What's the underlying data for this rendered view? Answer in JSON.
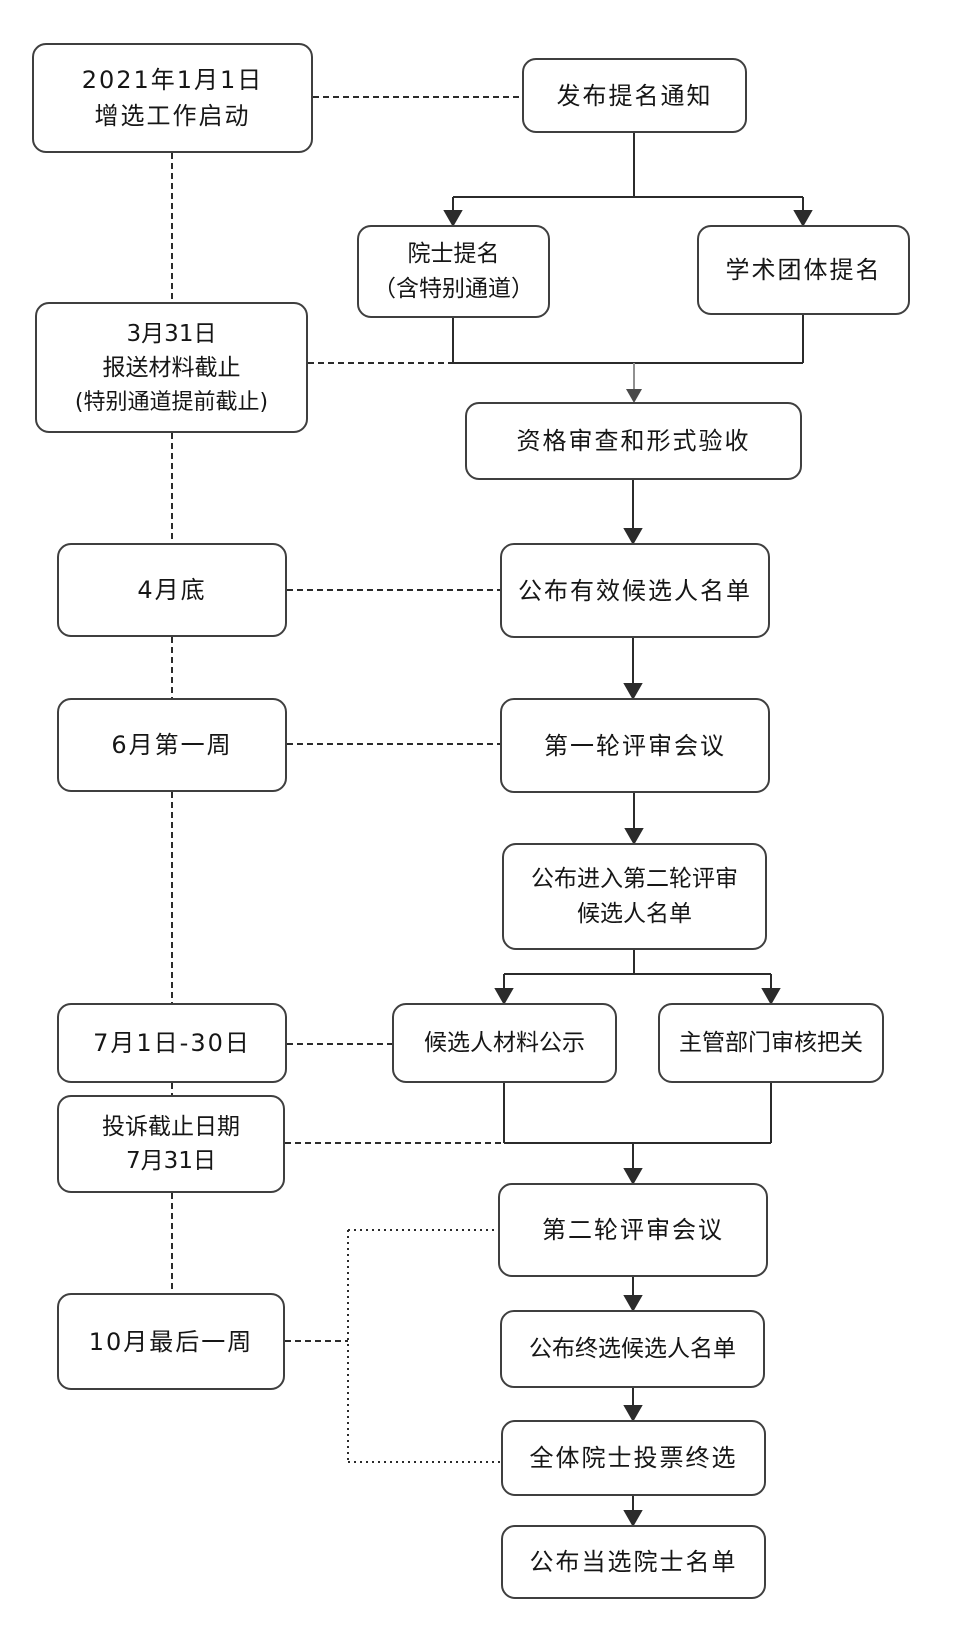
{
  "diagram_type": "flowchart",
  "colors": {
    "background": "#ffffff",
    "box_border": "#3f3f3f",
    "text": "#161616",
    "connector": "#2b2b2b",
    "soft_arrow_shaft": "#909090",
    "soft_arrow_head": "#4a4a4a"
  },
  "timeline_column": {
    "nodes": [
      {
        "id": "launch-date",
        "label_lines": [
          "2021年1月1日",
          "增选工作启动"
        ]
      },
      {
        "id": "material-deadline",
        "label_lines": [
          "3月31日",
          "报送材料截止",
          "(特别通道提前截止)"
        ]
      },
      {
        "id": "end-of-april",
        "label_lines": [
          "4月底"
        ]
      },
      {
        "id": "first-week-june",
        "label_lines": [
          "6月第一周"
        ]
      },
      {
        "id": "july-1-30",
        "label_lines": [
          "7月1日-30日"
        ]
      },
      {
        "id": "complaint-deadline",
        "label_lines": [
          "投诉截止日期",
          "7月31日"
        ]
      },
      {
        "id": "last-week-october",
        "label_lines": [
          "10月最后一周"
        ]
      }
    ]
  },
  "process_flow": {
    "nodes": [
      {
        "id": "publish-nomination-notice",
        "label_lines": [
          "发布提名通知"
        ]
      },
      {
        "id": "academician-nomination",
        "label_lines": [
          "院士提名",
          "（含特别通道）"
        ]
      },
      {
        "id": "academic-society-nomination",
        "label_lines": [
          "学术团体提名"
        ]
      },
      {
        "id": "qualification-review",
        "label_lines": [
          "资格审查和形式验收"
        ]
      },
      {
        "id": "publish-valid-candidate-list",
        "label_lines": [
          "公布有效候选人名单"
        ]
      },
      {
        "id": "first-round-review-meeting",
        "label_lines": [
          "第一轮评审会议"
        ]
      },
      {
        "id": "publish-second-round-candidates",
        "label_lines": [
          "公布进入第二轮评审",
          "候选人名单"
        ]
      },
      {
        "id": "candidate-material-publicity",
        "label_lines": [
          "候选人材料公示"
        ]
      },
      {
        "id": "supervising-department-review",
        "label_lines": [
          "主管部门审核把关"
        ]
      },
      {
        "id": "second-round-review-meeting",
        "label_lines": [
          "第二轮评审会议"
        ]
      },
      {
        "id": "publish-final-candidate-list",
        "label_lines": [
          "公布终选候选人名单"
        ]
      },
      {
        "id": "all-academicians-final-vote",
        "label_lines": [
          "全体院士投票终选"
        ]
      },
      {
        "id": "publish-elected-academician-list",
        "label_lines": [
          "公布当选院士名单"
        ]
      }
    ]
  }
}
